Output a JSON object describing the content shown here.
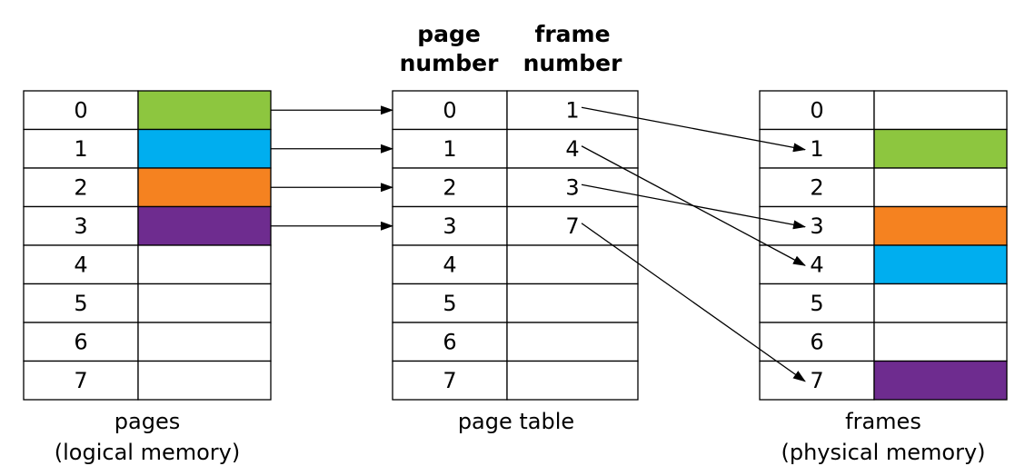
{
  "headers": {
    "page_number": [
      "page",
      "number"
    ],
    "frame_number": [
      "frame",
      "number"
    ]
  },
  "colors": {
    "green": "#8DC63F",
    "blue": "#00AEEF",
    "orange": "#F58220",
    "purple": "#6E2C8F"
  },
  "logical_memory": {
    "caption": [
      "pages",
      "(logical memory)"
    ],
    "pages": [
      {
        "number": "0",
        "color": "#8DC63F"
      },
      {
        "number": "1",
        "color": "#00AEEF"
      },
      {
        "number": "2",
        "color": "#F58220"
      },
      {
        "number": "3",
        "color": "#6E2C8F"
      },
      {
        "number": "4",
        "color": ""
      },
      {
        "number": "5",
        "color": ""
      },
      {
        "number": "6",
        "color": ""
      },
      {
        "number": "7",
        "color": ""
      }
    ]
  },
  "page_table": {
    "caption": [
      "page table"
    ],
    "rows": [
      {
        "page": "0",
        "frame": "1"
      },
      {
        "page": "1",
        "frame": "4"
      },
      {
        "page": "2",
        "frame": "3"
      },
      {
        "page": "3",
        "frame": "7"
      },
      {
        "page": "4",
        "frame": ""
      },
      {
        "page": "5",
        "frame": ""
      },
      {
        "page": "6",
        "frame": ""
      },
      {
        "page": "7",
        "frame": ""
      }
    ]
  },
  "physical_memory": {
    "caption": [
      "frames",
      "(physical memory)"
    ],
    "frames": [
      {
        "number": "0",
        "color": ""
      },
      {
        "number": "1",
        "color": "#8DC63F"
      },
      {
        "number": "2",
        "color": ""
      },
      {
        "number": "3",
        "color": "#F58220"
      },
      {
        "number": "4",
        "color": "#00AEEF"
      },
      {
        "number": "5",
        "color": ""
      },
      {
        "number": "6",
        "color": ""
      },
      {
        "number": "7",
        "color": "#6E2C8F"
      }
    ]
  }
}
